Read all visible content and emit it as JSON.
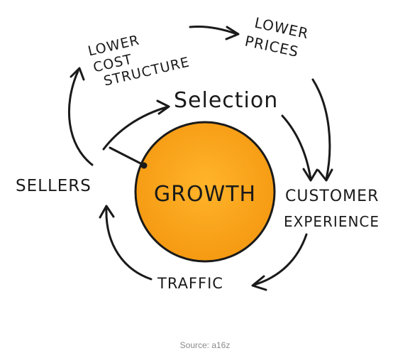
{
  "diagram": {
    "center": "GROWTH",
    "nodes": {
      "selection": "Selection",
      "customer_line1": "CUSTOMER",
      "customer_line2": "EXPERIENCE",
      "traffic": "TRAFFIC",
      "sellers": "SELLERS",
      "lower_cost_line1": "LOWER",
      "lower_cost_line2": "COST",
      "lower_cost_line3": "STRUCTURE",
      "lower_prices_line1": "LOWER",
      "lower_prices_line2": "PRICES"
    },
    "colors": {
      "circle_fill": "#F7A21B",
      "circle_center": "#FFB42A",
      "circle_stroke": "#1a1a1a",
      "ink": "#1a1a1a"
    }
  },
  "caption": "Source: a16z"
}
